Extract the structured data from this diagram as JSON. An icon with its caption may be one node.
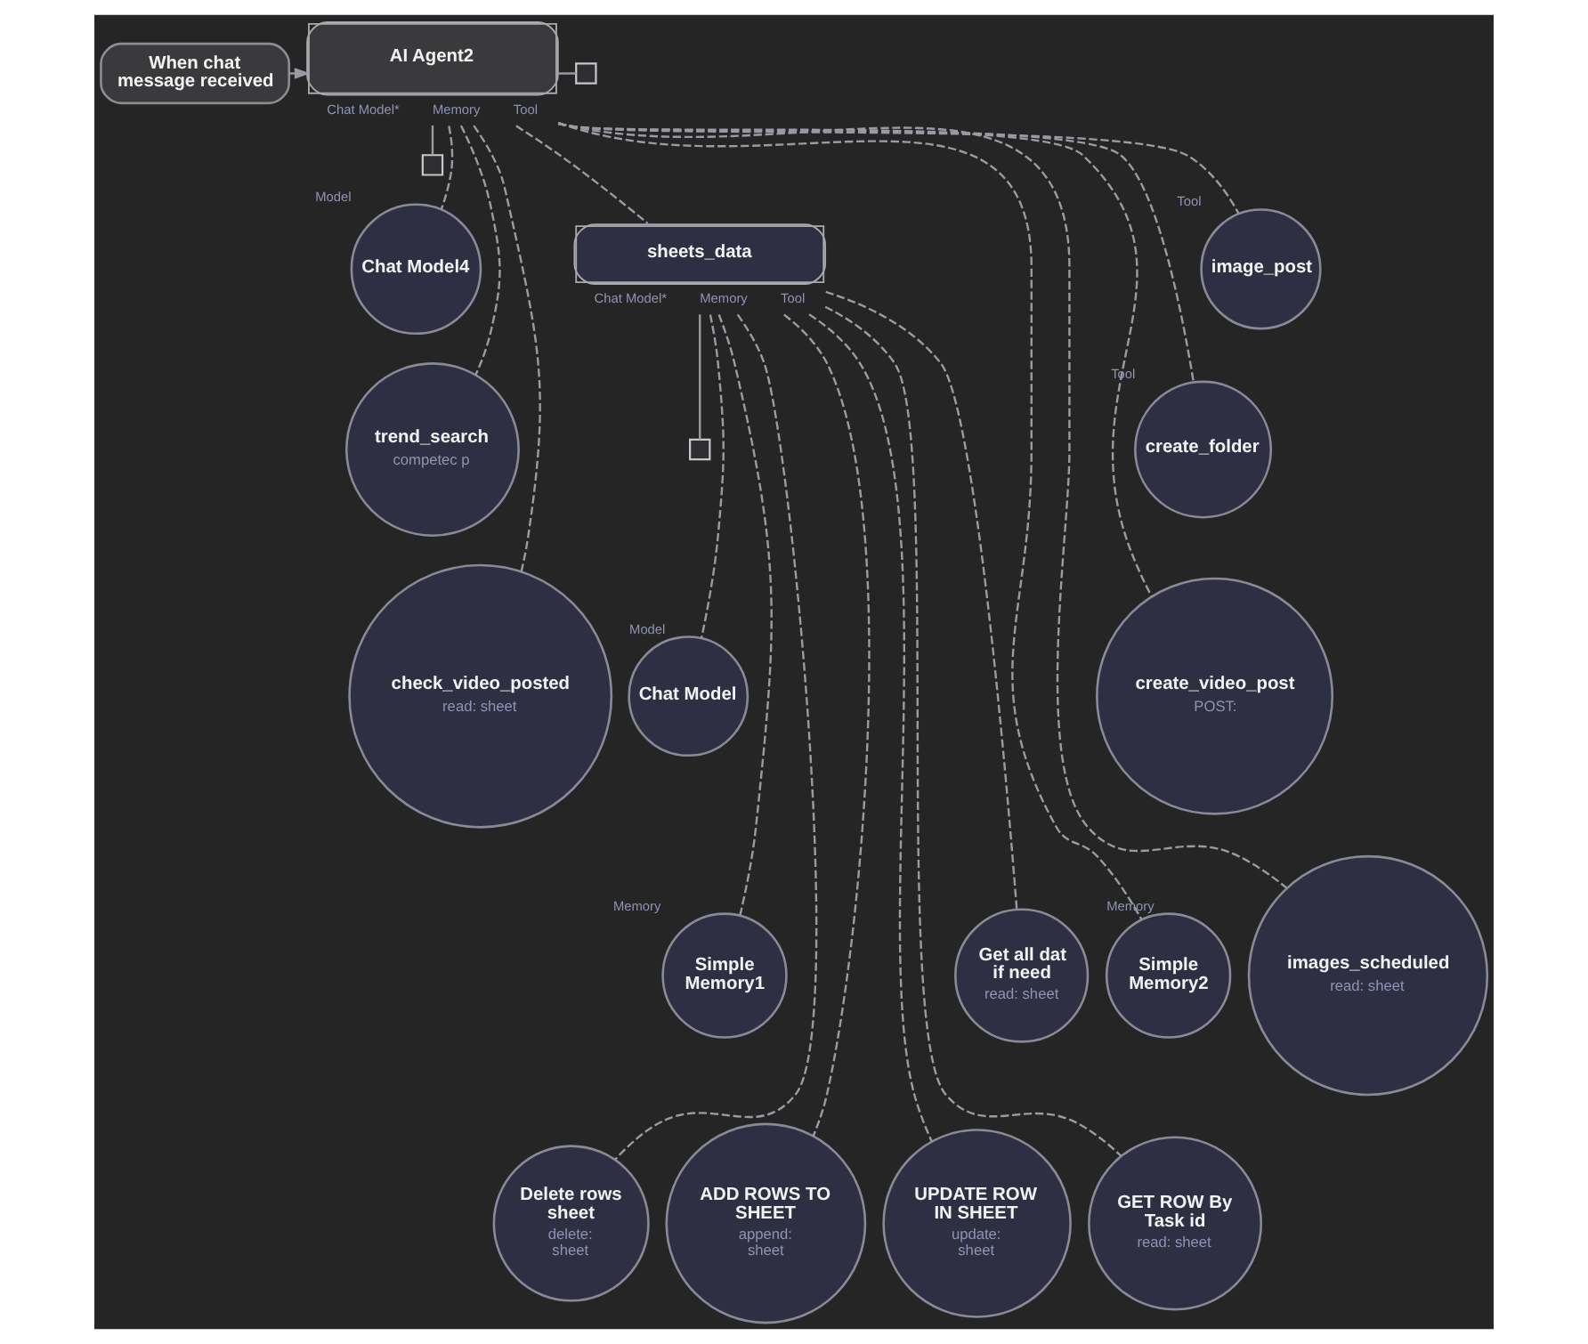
{
  "diagram": {
    "nodes": [
      {
        "text": [
          "When chat message received"
        ]
      },
      {
        "text": [
          "AI Agent2"
        ],
        "beside": [
          "Chat Model*",
          "Memory",
          "Tool"
        ]
      },
      {
        "text": [],
        "shape": "box"
      },
      {
        "text": [],
        "shape": "box"
      },
      {
        "text": [
          "Chat Model4"
        ],
        "beside": [
          "Model"
        ]
      },
      {
        "text": [
          "trend_search",
          "competec p"
        ]
      },
      {
        "text": [
          "check_video_posted",
          "read: sheet"
        ]
      },
      {
        "text": [
          "sheets_data"
        ],
        "beside": [
          "Chat Model*",
          "Memory",
          "Tool"
        ]
      },
      {
        "text": [],
        "shape": "box"
      },
      {
        "text": [
          "Chat Model"
        ],
        "beside": [
          "Model"
        ]
      },
      {
        "text": [
          "Simple Memory1"
        ],
        "beside": [
          "Memory"
        ]
      },
      {
        "text": [
          "Delete rows sheet",
          "delete: sheet"
        ]
      },
      {
        "text": [
          "ADD ROWS TO SHEET",
          "append: sheet"
        ]
      },
      {
        "text": [
          "UPDATE ROW IN SHEET",
          "update: sheet"
        ]
      },
      {
        "text": [
          "GET ROW By Task id",
          "read: sheet"
        ]
      },
      {
        "text": [
          "Get all dat if need",
          "read: sheet"
        ]
      },
      {
        "text": [
          "Simple Memory2"
        ],
        "beside": [
          "Memory"
        ]
      },
      {
        "text": [
          "images_scheduled",
          "read: sheet"
        ]
      },
      {
        "text": [
          "create_video_post",
          "POST:"
        ]
      },
      {
        "text": [
          "create_folder"
        ],
        "beside": [
          "Tool"
        ]
      },
      {
        "text": [
          "image_post"
        ],
        "beside": [
          "Tool"
        ]
      }
    ],
    "edges": [
      {
        "from": 0,
        "to": 1,
        "arrow": "to"
      },
      {
        "from": 1,
        "to": 2,
        "arrow": "none"
      },
      {
        "from": 1,
        "to": 3,
        "arrow": "none"
      },
      {
        "from": 1,
        "to": 4,
        "arrow": "none",
        "style": "dashed"
      },
      {
        "from": 1,
        "to": 5,
        "arrow": "none",
        "style": "dashed"
      },
      {
        "from": 1,
        "to": 6,
        "arrow": "none",
        "style": "dashed"
      },
      {
        "from": 1,
        "to": 7,
        "arrow": "none",
        "style": "dashed"
      },
      {
        "from": 1,
        "to": 16,
        "arrow": "none",
        "style": "dashed"
      },
      {
        "from": 1,
        "to": 17,
        "arrow": "none",
        "style": "dashed"
      },
      {
        "from": 1,
        "to": 18,
        "arrow": "none",
        "style": "dashed"
      },
      {
        "from": 1,
        "to": 19,
        "arrow": "none",
        "style": "dashed"
      },
      {
        "from": 1,
        "to": 20,
        "arrow": "none",
        "style": "dashed"
      },
      {
        "from": 7,
        "to": 8,
        "arrow": "none"
      },
      {
        "from": 7,
        "to": 9,
        "arrow": "none",
        "style": "dashed"
      },
      {
        "from": 7,
        "to": 10,
        "arrow": "none",
        "style": "dashed"
      },
      {
        "from": 7,
        "to": 11,
        "arrow": "none",
        "style": "dashed"
      },
      {
        "from": 7,
        "to": 12,
        "arrow": "none",
        "style": "dashed"
      },
      {
        "from": 7,
        "to": 13,
        "arrow": "none",
        "style": "dashed"
      },
      {
        "from": 7,
        "to": 14,
        "arrow": "none",
        "style": "dashed"
      },
      {
        "from": 7,
        "to": 15,
        "arrow": "none",
        "style": "dashed"
      }
    ]
  }
}
